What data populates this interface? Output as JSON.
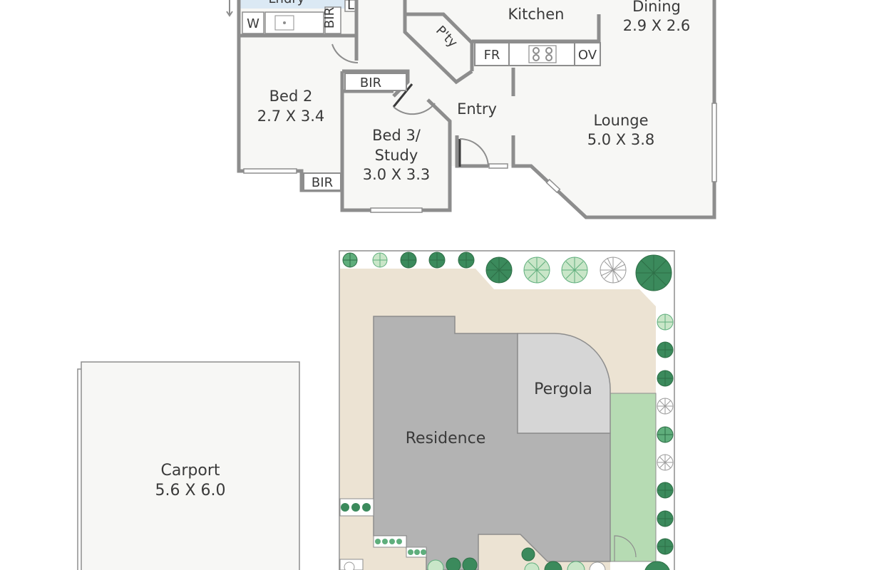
{
  "floor_plan": {
    "rooms": {
      "laundry": {
        "name": "Lndry"
      },
      "kitchen": {
        "name": "Kitchen"
      },
      "dining": {
        "name": "Dining",
        "size": "2.9 X 2.6"
      },
      "bed2": {
        "name": "Bed 2",
        "size": "2.7 X 3.4"
      },
      "bed3": {
        "name_line1": "Bed 3/",
        "name_line2": "Study",
        "size": "3.0 X 3.3"
      },
      "entry": {
        "name": "Entry"
      },
      "lounge": {
        "name": "Lounge",
        "size": "5.0 X 3.8"
      }
    },
    "fixtures": {
      "w": "W",
      "l": "L",
      "bir_laundry": "BIR",
      "pantry": "P'ty",
      "fridge": "FR",
      "oven": "OV",
      "bir_bed3": "BIR",
      "bir_bed2": "BIR"
    }
  },
  "site_plan": {
    "carport": {
      "name": "Carport",
      "size": "5.6 X 6.0"
    },
    "residence": {
      "name": "Residence"
    },
    "pergola": {
      "name": "Pergola"
    }
  },
  "colors": {
    "wall": "#8d8d8d",
    "floor": "#f7f7f5",
    "yard": "#ece3d3",
    "residence": "#b3b3b3",
    "pergola": "#d6d6d6",
    "lawn": "#b6dbb3",
    "tree_dark": "#3b8a5c",
    "tree_light": "#c9e6c8"
  }
}
